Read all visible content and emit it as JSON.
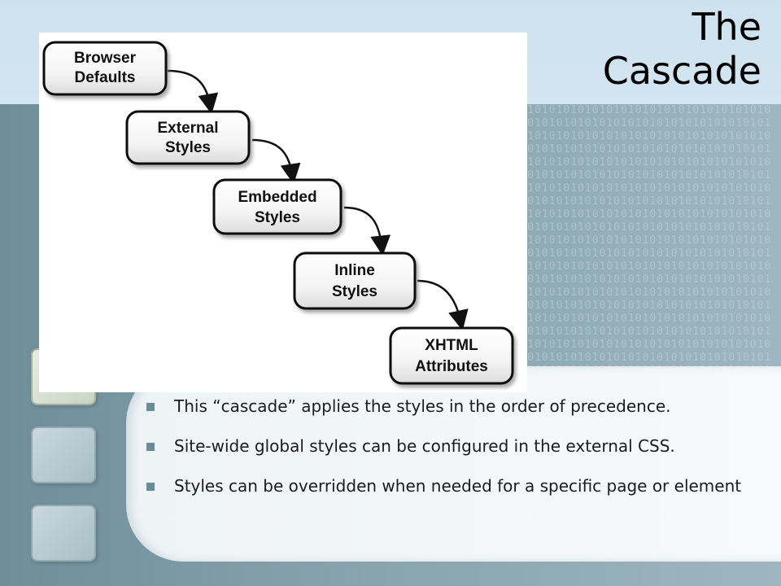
{
  "slide": {
    "title_line1": "The",
    "title_line2": "Cascade"
  },
  "diagram": {
    "boxes": [
      {
        "line1": "Browser",
        "line2": "Defaults"
      },
      {
        "line1": "External",
        "line2": "Styles"
      },
      {
        "line1": "Embedded",
        "line2": "Styles"
      },
      {
        "line1": "Inline",
        "line2": "Styles"
      },
      {
        "line1": "XHTML",
        "line2": "Attributes"
      }
    ]
  },
  "bullets": [
    {
      "text": "This “cascade” applies the styles in the order of precedence."
    },
    {
      "text": "Site-wide global styles can be configured in the external CSS."
    },
    {
      "text": "Styles can be overridden when needed for a specific page or element"
    }
  ],
  "colors": {
    "accent": "#6a8c98",
    "panel": "#7d99a4",
    "background": "#d3e5f0"
  }
}
